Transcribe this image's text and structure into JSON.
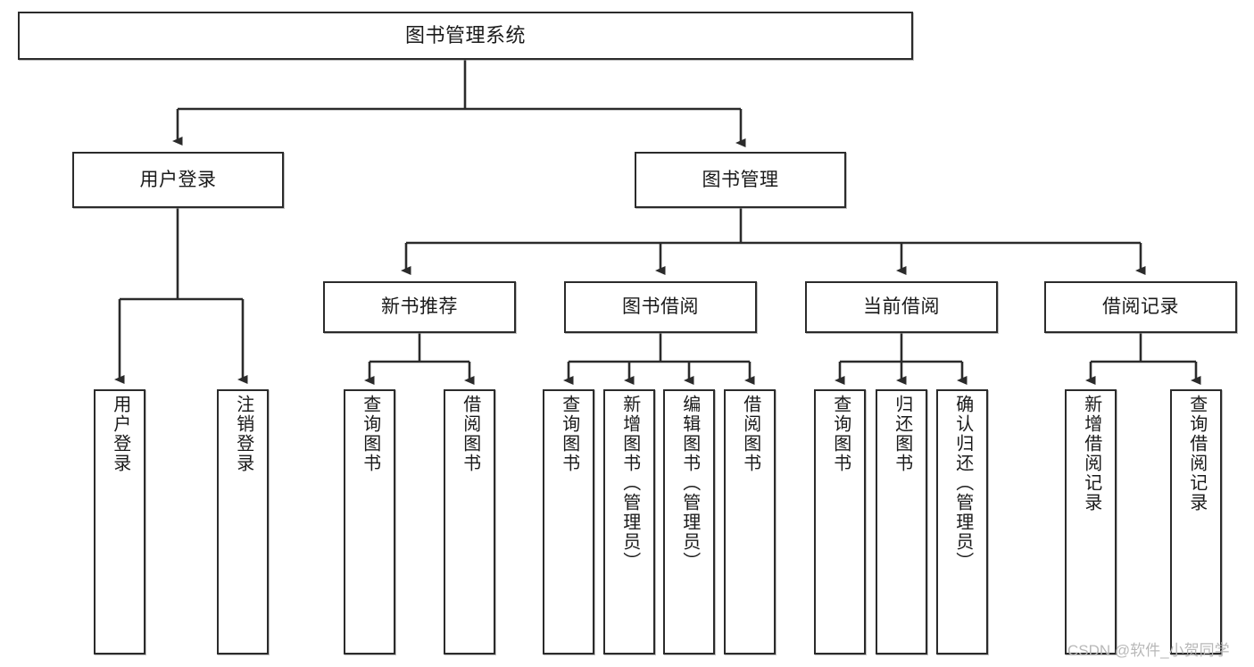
{
  "diagram": {
    "title": "图书管理系统",
    "type": "hierarchy-tree",
    "colors": {
      "stroke": "#2b2b2b",
      "fill": "#ffffff",
      "text": "#1a1a1a",
      "watermark": "#b8b8b8"
    },
    "root": {
      "label": "图书管理系统"
    },
    "level2": [
      {
        "label": "用户登录"
      },
      {
        "label": "图书管理"
      }
    ],
    "level3": [
      {
        "label": "新书推荐"
      },
      {
        "label": "图书借阅"
      },
      {
        "label": "当前借阅"
      },
      {
        "label": "借阅记录"
      }
    ],
    "leaves": {
      "user_login": [
        {
          "label": "用户登录"
        },
        {
          "label": "注销登录"
        }
      ],
      "new_book": [
        {
          "label": "查询图书"
        },
        {
          "label": "借阅图书"
        }
      ],
      "book_borrow": [
        {
          "label": "查询图书"
        },
        {
          "label": "新增图书（管理员）"
        },
        {
          "label": "编辑图书（管理员）"
        },
        {
          "label": "借阅图书"
        }
      ],
      "current_borrow": [
        {
          "label": "查询图书"
        },
        {
          "label": "归还图书"
        },
        {
          "label": "确认归还（管理员）"
        }
      ],
      "borrow_record": [
        {
          "label": "新增借阅记录"
        },
        {
          "label": "查询借阅记录"
        }
      ]
    }
  },
  "watermark": {
    "text": "CSDN @软件_小贺同学"
  }
}
